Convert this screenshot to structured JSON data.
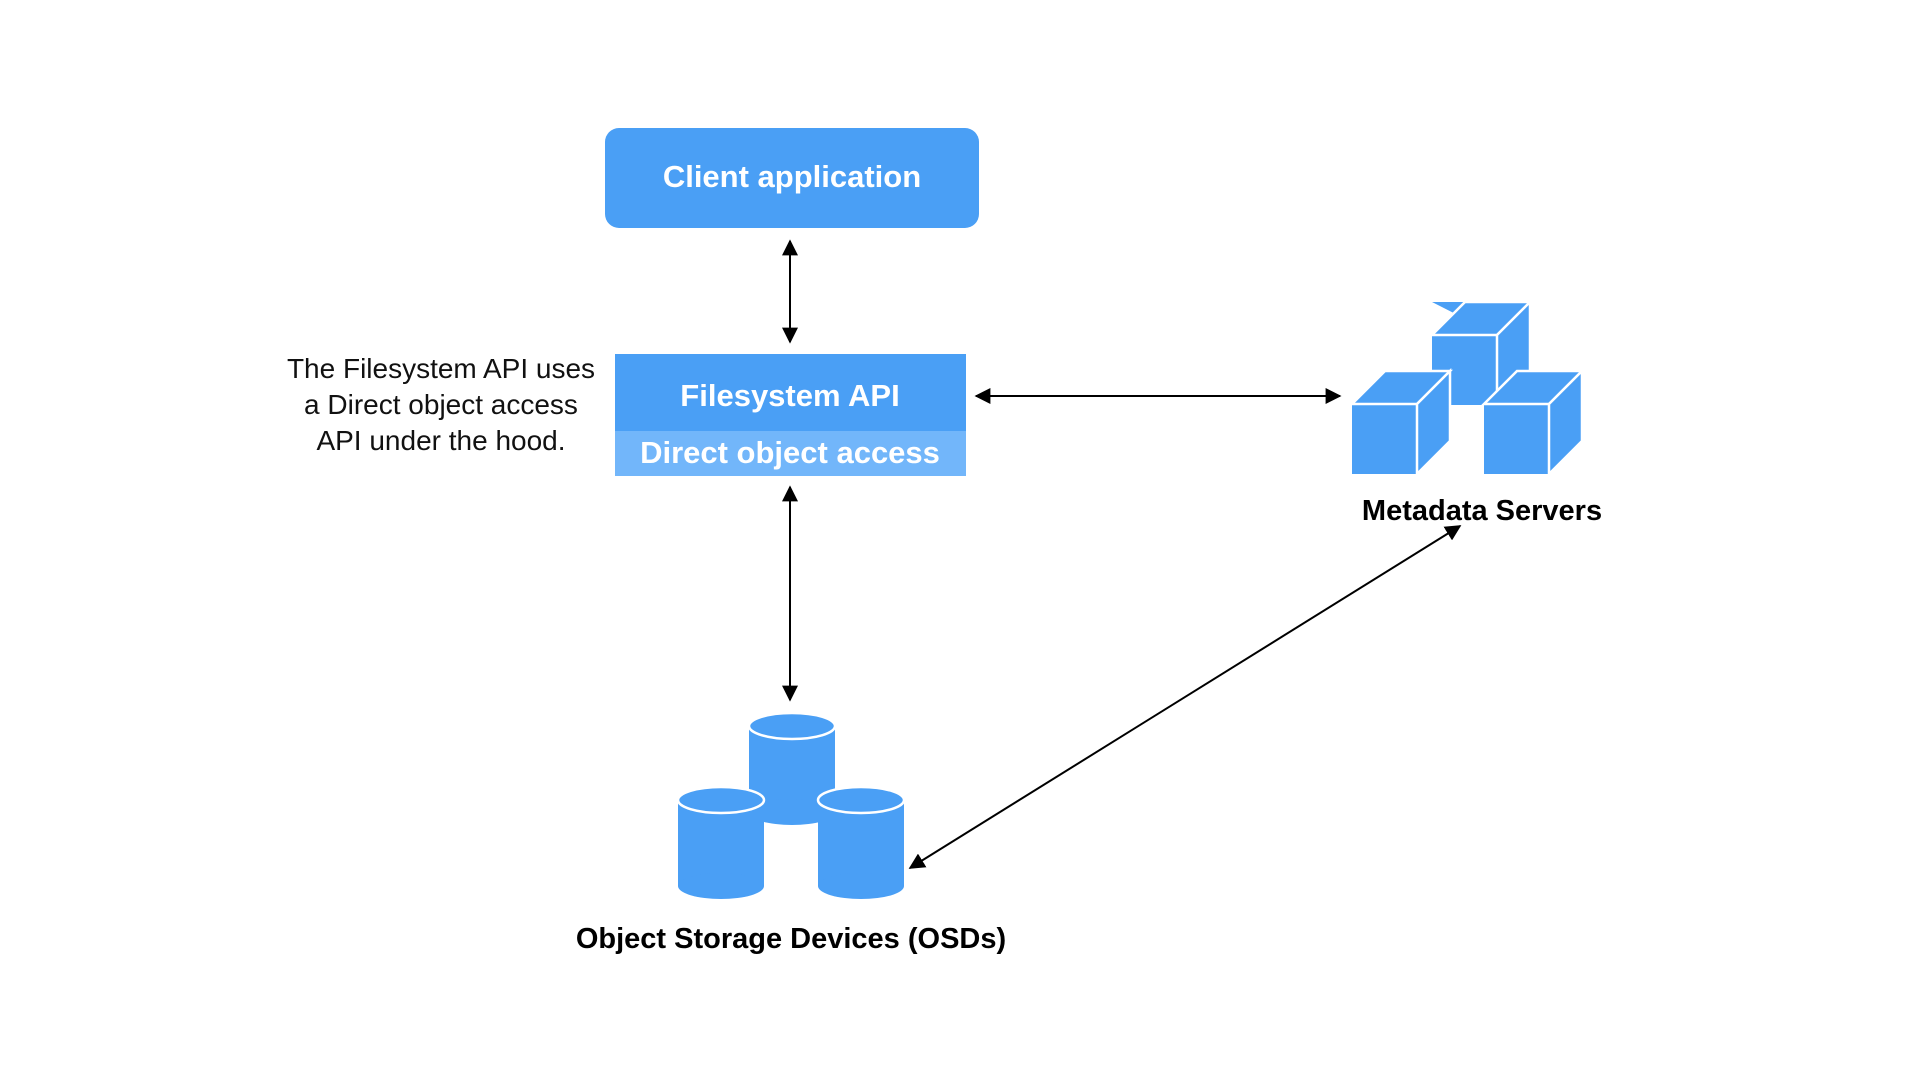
{
  "diagram": {
    "client": {
      "label": "Client application"
    },
    "filesystem": {
      "label": "Filesystem API",
      "sublabel": "Direct object access"
    },
    "note": {
      "lines": [
        "The Filesystem API uses",
        "a Direct object access",
        "API under the hood."
      ]
    },
    "metadata": {
      "label": "Metadata Servers",
      "icon": "cubes-icon"
    },
    "osd": {
      "label": "Object Storage Devices (OSDs)",
      "icon": "database-cylinders-icon"
    },
    "colors": {
      "primary_blue": "#4a9ff5",
      "light_blue": "#72b6fa",
      "dark_blue_edge": "#2f7fd6",
      "arrow": "#000000"
    },
    "connections": [
      {
        "from": "Client application",
        "to": "Filesystem API",
        "direction": "both"
      },
      {
        "from": "Filesystem API",
        "to": "Metadata Servers",
        "direction": "both"
      },
      {
        "from": "Filesystem API",
        "to": "Object Storage Devices (OSDs)",
        "direction": "both"
      },
      {
        "from": "Metadata Servers",
        "to": "Object Storage Devices (OSDs)",
        "direction": "both"
      }
    ]
  }
}
